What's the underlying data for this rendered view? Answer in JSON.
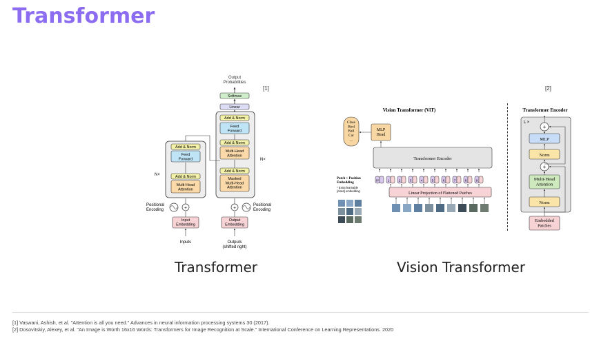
{
  "slide": {
    "title": "Transformer",
    "cite_left": "[1]",
    "cite_right": "[2]",
    "caption_left": "Transformer",
    "caption_right": "Vision Transformer"
  },
  "transformer_diagram": {
    "output_probs": "Output\nProbabilities",
    "softmax": "Softmax",
    "linear": "Linear",
    "add_norm": "Add & Norm",
    "feed_forward": "Feed\nForward",
    "multi_head_attention": "Multi-Head\nAttention",
    "masked_mha": "Masked\nMulti-Head\nAttention",
    "nx": "N×",
    "positional_encoding": "Positional\nEncoding",
    "input_embedding": "Input\nEmbedding",
    "output_embedding": "Output\nEmbedding",
    "inputs": "Inputs",
    "outputs": "Outputs\n(shifted right)"
  },
  "vit_diagram": {
    "title": "Vision Transformer (ViT)",
    "class_box": "Class\nBird\nBall\nCar\n...",
    "mlp_head": "MLP\nHead",
    "transformer_encoder": "Transformer Encoder",
    "patch_pos_embedding": "Patch + Position\nEmbedding",
    "extra_note": "* Extra learnable\n[class] embedding",
    "linear_projection": "Linear Projection of Flattened Patches",
    "tokens": [
      "0*",
      "1",
      "2",
      "3",
      "4",
      "5",
      "6",
      "7",
      "8",
      "9"
    ]
  },
  "encoder_diagram": {
    "title": "Transformer Encoder",
    "lx": "L ×",
    "mlp": "MLP",
    "norm": "Norm",
    "multi_head_attention": "Multi-Head\nAttention",
    "embedded_patches": "Embedded\nPatches"
  },
  "references": [
    "[1] Vaswani, Ashish, et al. \"Attention is all you need.\" Advances in neural information processing systems 30 (2017).",
    "[2] Dosovitskiy, Alexey, et al. \"An Image is Worth 16x16 Words: Transformers for Image Recognition at Scale.\" International Conference on Learning Representations. 2020"
  ],
  "colors": {
    "title": "#8c6cf0",
    "add_norm": "#f3f0a8",
    "feed_forward": "#bfe4f6",
    "attention": "#fbd9a9",
    "embedding": "#f7d3d6",
    "linear": "#dcdcf4",
    "softmax": "#cfeccb",
    "mlp_head": "#f9d7a3",
    "vit_mlp": "#c7dcf6",
    "vit_norm": "#fbe4a8",
    "vit_mha": "#cfe9bf"
  }
}
